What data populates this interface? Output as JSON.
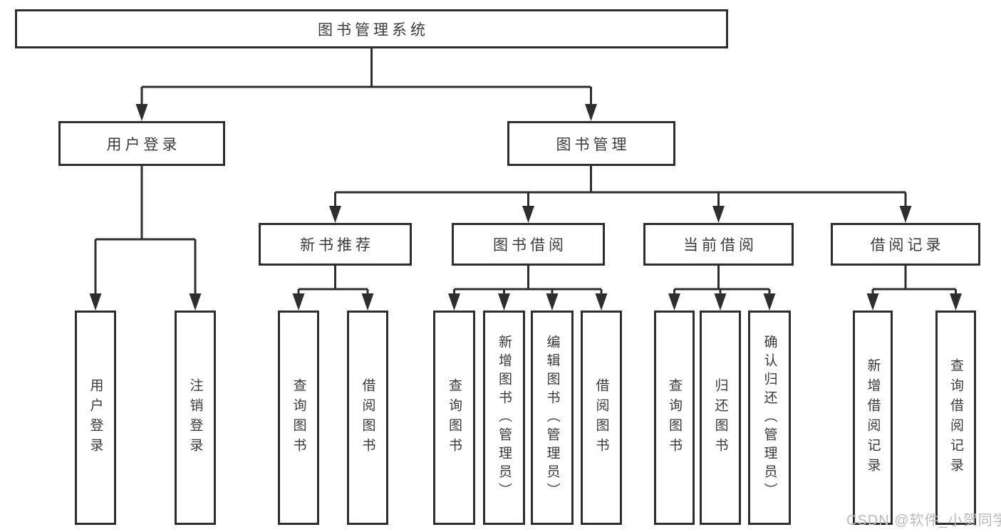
{
  "diagram": {
    "root": {
      "label": "图书管理系统"
    },
    "level2": [
      {
        "label": "用户登录"
      },
      {
        "label": "图书管理"
      }
    ],
    "level3": [
      {
        "label": "新书推荐"
      },
      {
        "label": "图书借阅"
      },
      {
        "label": "当前借阅"
      },
      {
        "label": "借阅记录"
      }
    ],
    "leaves": {
      "user_login": [
        "用户登录",
        "注销登录"
      ],
      "new_book": [
        "查询图书",
        "借阅图书"
      ],
      "borrow": [
        "查询图书",
        "新增图书（管理员）",
        "编辑图书（管理员）",
        "借阅图书"
      ],
      "current": [
        "查询图书",
        "归还图书",
        "确认归还（管理员）"
      ],
      "records": [
        "新增借阅记录",
        "查询借阅记录"
      ]
    },
    "colors": {
      "line": "#2e2e2e",
      "text": "#3a3a3a",
      "background": "#ffffff",
      "watermark": "#b6bac1"
    },
    "watermark": "CSDN @软件_小贺同学"
  }
}
